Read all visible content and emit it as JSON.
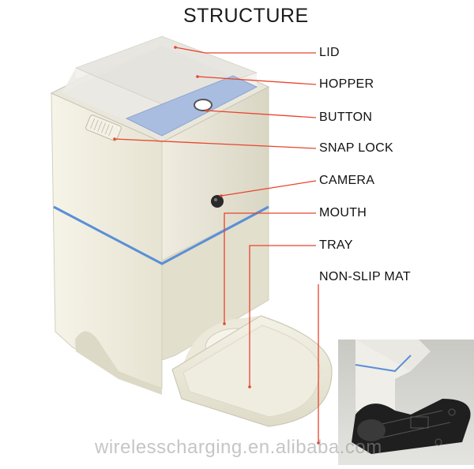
{
  "title": "STRUCTURE",
  "labels": {
    "lid": "LID",
    "hopper": "HOPPER",
    "button": "BUTTON",
    "snap_lock": "SNAP LOCK",
    "camera": "CAMERA",
    "mouth": "MOUTH",
    "tray": "TRAY",
    "non_slip_mat": "NON-SLIP MAT"
  },
  "watermark": "wirelesscharging.en.alibaba.com",
  "colors": {
    "leader_line": "#e8452c",
    "accent_band": "#5a8fd6",
    "body": "#f1efe2"
  }
}
